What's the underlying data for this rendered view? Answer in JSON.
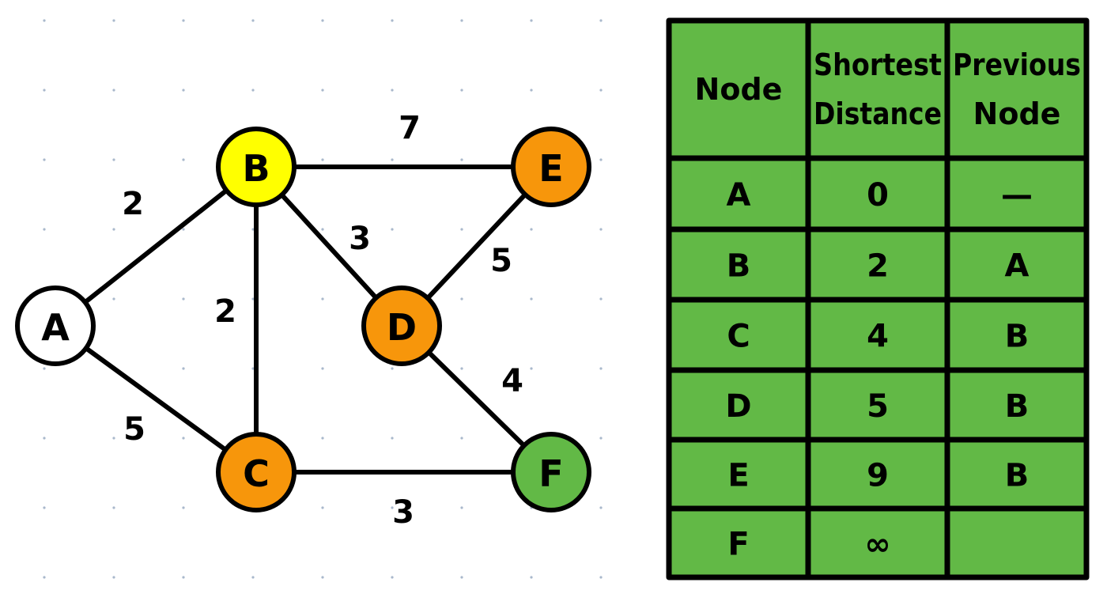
{
  "colors": {
    "background": "#ffffff",
    "dot": "#a9b8cc",
    "stroke": "#000000",
    "node_white": "#ffffff",
    "node_yellow": "#ffff00",
    "node_orange": "#f7960b",
    "node_green": "#62b946",
    "table_fill": "#62b946"
  },
  "graph": {
    "nodes": [
      {
        "id": "A",
        "label": "A",
        "color_key": "node_white"
      },
      {
        "id": "B",
        "label": "B",
        "color_key": "node_yellow"
      },
      {
        "id": "C",
        "label": "C",
        "color_key": "node_orange"
      },
      {
        "id": "D",
        "label": "D",
        "color_key": "node_orange"
      },
      {
        "id": "E",
        "label": "E",
        "color_key": "node_orange"
      },
      {
        "id": "F",
        "label": "F",
        "color_key": "node_green"
      }
    ],
    "edges": [
      {
        "from": "A",
        "to": "B",
        "weight": "2"
      },
      {
        "from": "A",
        "to": "C",
        "weight": "5"
      },
      {
        "from": "B",
        "to": "C",
        "weight": "2"
      },
      {
        "from": "B",
        "to": "D",
        "weight": "3"
      },
      {
        "from": "B",
        "to": "E",
        "weight": "7"
      },
      {
        "from": "D",
        "to": "E",
        "weight": "5"
      },
      {
        "from": "D",
        "to": "F",
        "weight": "4"
      },
      {
        "from": "C",
        "to": "F",
        "weight": "3"
      }
    ]
  },
  "table": {
    "headers": [
      [
        "Node"
      ],
      [
        "Shortest",
        "Distance"
      ],
      [
        "Previous",
        "Node"
      ]
    ],
    "rows": [
      [
        "A",
        "0",
        "—"
      ],
      [
        "B",
        "2",
        "A"
      ],
      [
        "C",
        "4",
        "B"
      ],
      [
        "D",
        "5",
        "B"
      ],
      [
        "E",
        "9",
        "B"
      ],
      [
        "F",
        "∞",
        ""
      ]
    ]
  }
}
